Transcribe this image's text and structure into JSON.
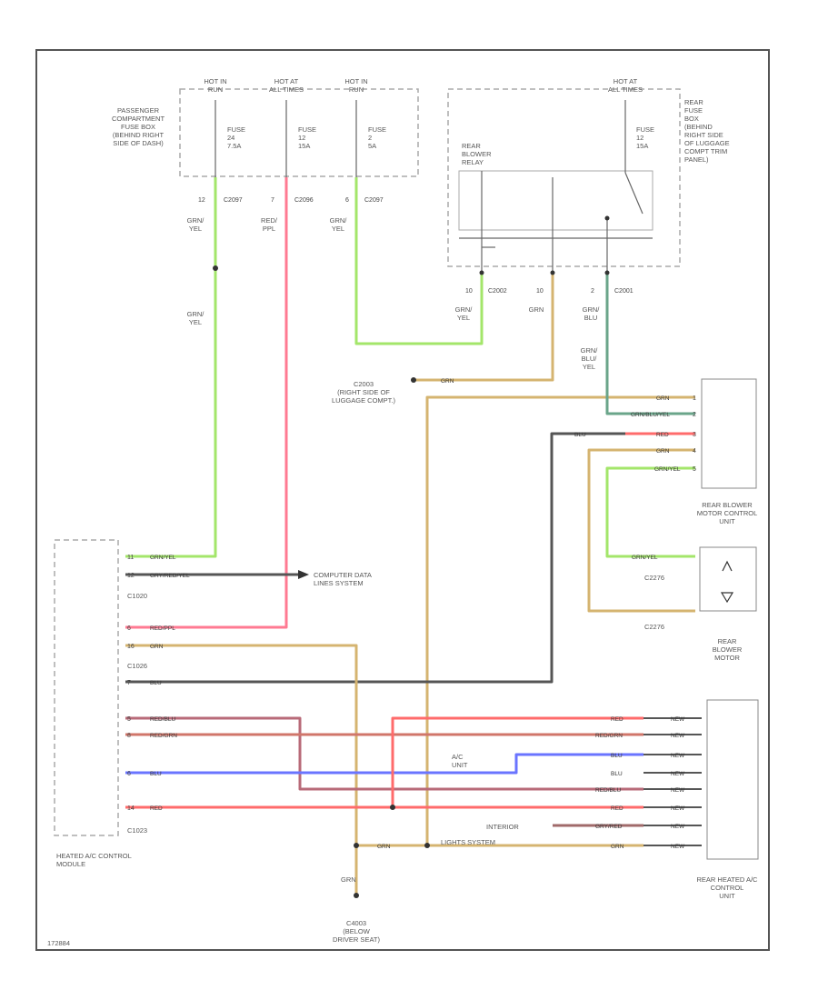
{
  "labels": {
    "hot_in_run_1": "HOT IN",
    "hot_in_run_1b": "RUN",
    "hot_at_all_times": "HOT AT",
    "hot_at_all_times_b": "ALL TIMES",
    "hot_in_run_2": "HOT IN",
    "hot_in_run_2b": "RUN",
    "hot_at_all_times_2": "HOT AT",
    "hot_at_all_times_2b": "ALL TIMES",
    "pcfb_1": "PASSENGER",
    "pcfb_2": "COMPARTMENT",
    "pcfb_3": "FUSE BOX",
    "pcfb_4": "(BEHIND RIGHT",
    "pcfb_5": "SIDE OF DASH)",
    "fuse": "FUSE",
    "fuse1_num": "24",
    "fuse1_amp": "7.5A",
    "fuse2_num": "12",
    "fuse2_amp": "15A",
    "fuse3_num": "2",
    "fuse3_amp": "5A",
    "fuse4_num": "12",
    "fuse4_amp": "15A",
    "rfb_1": "REAR",
    "rfb_2": "FUSE",
    "rfb_3": "BOX",
    "rfb_4": "(BEHIND",
    "rfb_5": "RIGHT SIDE",
    "rfb_6": "OF LUGGAGE",
    "rfb_7": "COMPT TRIM",
    "rfb_8": "PANEL)",
    "relay_1": "REAR",
    "relay_2": "BLOWER",
    "relay_3": "RELAY",
    "c1_pin": "12",
    "c1": "C2097",
    "c2_pin": "7",
    "c2": "C2096",
    "c3_pin": "6",
    "c3": "C2097",
    "c4_pin": "10",
    "c4": "C2002",
    "c5_pin": "10",
    "c5": "C2002",
    "c6_pin": "2",
    "c6": "C2001",
    "grn": "GRN/",
    "yel": "YEL",
    "red_slash": "RED/",
    "ppl": "PPL",
    "grn_only": "GRN",
    "blu": "BLU",
    "grn_blu_yel_1": "GRN/",
    "grn_blu_yel_2": "BLU/",
    "grn_blu_yel_3": "YEL",
    "ground_1": "C2003",
    "ground_2": "(RIGHT SIDE OF",
    "ground_3": "LUGGAGE COMPT.)",
    "w_grn": "GRN",
    "w_grn_blu_yel": "GRN/BLU/YEL",
    "w_blu": "BLU",
    "w_red": "RED",
    "w_grn_yel": "GRN/YEL",
    "rbmcu_1": "REAR BLOWER",
    "rbmcu_2": "MOTOR CONTROL",
    "rbmcu_3": "UNIT",
    "c2276a": "C2276",
    "c2276b": "C2276",
    "rbm_1": "REAR",
    "rbm_2": "BLOWER",
    "rbm_3": "MOTOR",
    "hvac_w1": "GRN/YEL",
    "hvac_w2": "GRY/RED/YEL",
    "hvac_c1": "C1020",
    "cdl_1": "COMPUTER DATA",
    "cdl_2": "LINES SYSTEM",
    "hvac_w3": "RED/PPL",
    "hvac_w4": "GRN",
    "hvac_c2": "C1026",
    "hvac_w5": "BLU",
    "hvac_w6": "RED/BLU",
    "hvac_w7": "RED/GRN",
    "hvac_w8": "BLU",
    "hvac_w9": "RED",
    "hvac_c3": "C1023",
    "hvac_1": "HEATED",
    "hvac_2": "MODULE",
    "hvac_name": "HEATED A/C CONTROL",
    "ac_1": "A/C",
    "ac_2": "UNIT",
    "rw_red": "RED",
    "rw_red_grn": "RED/GRN",
    "rw_blu": "BLU",
    "rw_red_blu": "RED/BLU",
    "rw_gry_red": "GRY/RED",
    "rw_grn": "GRN",
    "rw_new": "NEW",
    "interior_1": "INTERIOR",
    "interior_2": "LIGHTS SYSTEM",
    "grn_bottom": "GRN",
    "rhvac_1": "REAR HEATED A/C",
    "rhvac_2": "CONTROL",
    "rhvac_3": "UNIT",
    "g_1": "C4003",
    "g_2": "(BELOW",
    "g_3": "DRIVER SEAT)",
    "code": "172884"
  },
  "colors": {
    "border": "#444444",
    "dash": "#9a9a9a",
    "grn_yel": "#a3e66a",
    "red_ppl": "#ff7a92",
    "grn": "#d5b470",
    "blu": "#6a74ff",
    "red": "#ff6b6b",
    "red_grn": "#d0766a",
    "red_blu": "#b86a78",
    "gry_red": "#a06a6a",
    "black": "#444444",
    "grn_blu_yel": "#6aa58a"
  }
}
